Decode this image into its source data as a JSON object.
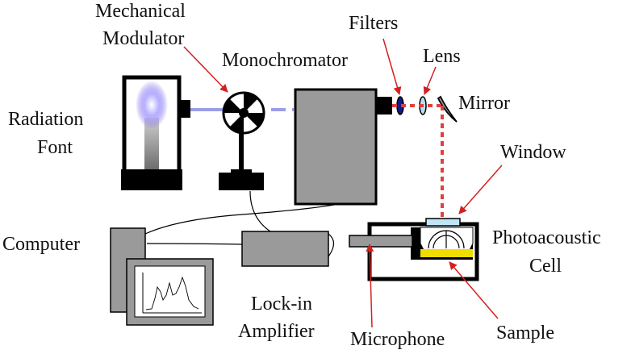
{
  "labels": {
    "mechanical_line1": "Mechanical",
    "mechanical_line2": "Modulator",
    "monochromator": "Monochromator",
    "filters": "Filters",
    "lens": "Lens",
    "mirror": "Mirror",
    "radiation_line1": "Radiation",
    "radiation_line2": "Font",
    "window": "Window",
    "computer": "Computer",
    "photoacoustic_line1": "Photoacoustic",
    "photoacoustic_line2": "Cell",
    "lockin_line1": "Lock-in",
    "lockin_line2": "Amplifier",
    "microphone": "Microphone",
    "sample": "Sample"
  },
  "colors": {
    "outline": "#000000",
    "device_gray": "#9a9a9a",
    "screen_bg": "#ffffff",
    "arrow_red": "#d42020",
    "beam_blue": "#9a9ee6",
    "beam_red": "#e04040",
    "filter_blue": "#101a8a",
    "lens_light": "#b8e0f4",
    "window_light": "#bfe6f6",
    "sample_yellow": "#f0dc00"
  }
}
